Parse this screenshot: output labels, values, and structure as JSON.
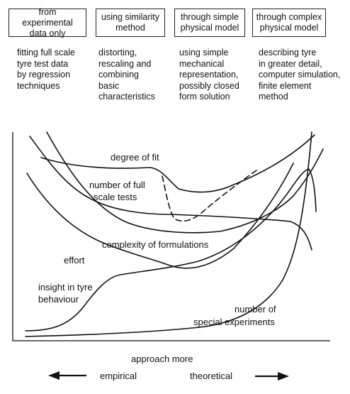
{
  "columns": [
    {
      "title_lines": [
        "from experimental",
        "data only"
      ],
      "description_lines": [
        "fitting full scale",
        "tyre test data",
        "by regression",
        "techniques"
      ]
    },
    {
      "title_lines": [
        "using similarity",
        "method"
      ],
      "description_lines": [
        "distorting,",
        "rescaling and",
        "combining",
        "basic",
        "characteristics"
      ]
    },
    {
      "title_lines": [
        "through simple",
        "physical model"
      ],
      "description_lines": [
        "using simple",
        "mechanical",
        "representation,",
        "possibly closed",
        "form solution"
      ]
    },
    {
      "title_lines": [
        "through complex",
        "physical model"
      ],
      "description_lines": [
        "describing tyre",
        "in greater detail,",
        "computer simulation,",
        "finite element",
        "method"
      ]
    }
  ],
  "curves": {
    "degree_of_fit": "degree of fit",
    "full_scale_tests_line1": "number of full",
    "full_scale_tests_line2": "scale tests",
    "complexity": "complexity of formulations",
    "effort": "effort",
    "insight_line1": "insight in tyre",
    "insight_line2": "behaviour",
    "special_line1": "number of",
    "special_line2": "special experiments"
  },
  "footer": {
    "approach": "approach more",
    "empirical": "empirical",
    "theoretical": "theoretical"
  }
}
